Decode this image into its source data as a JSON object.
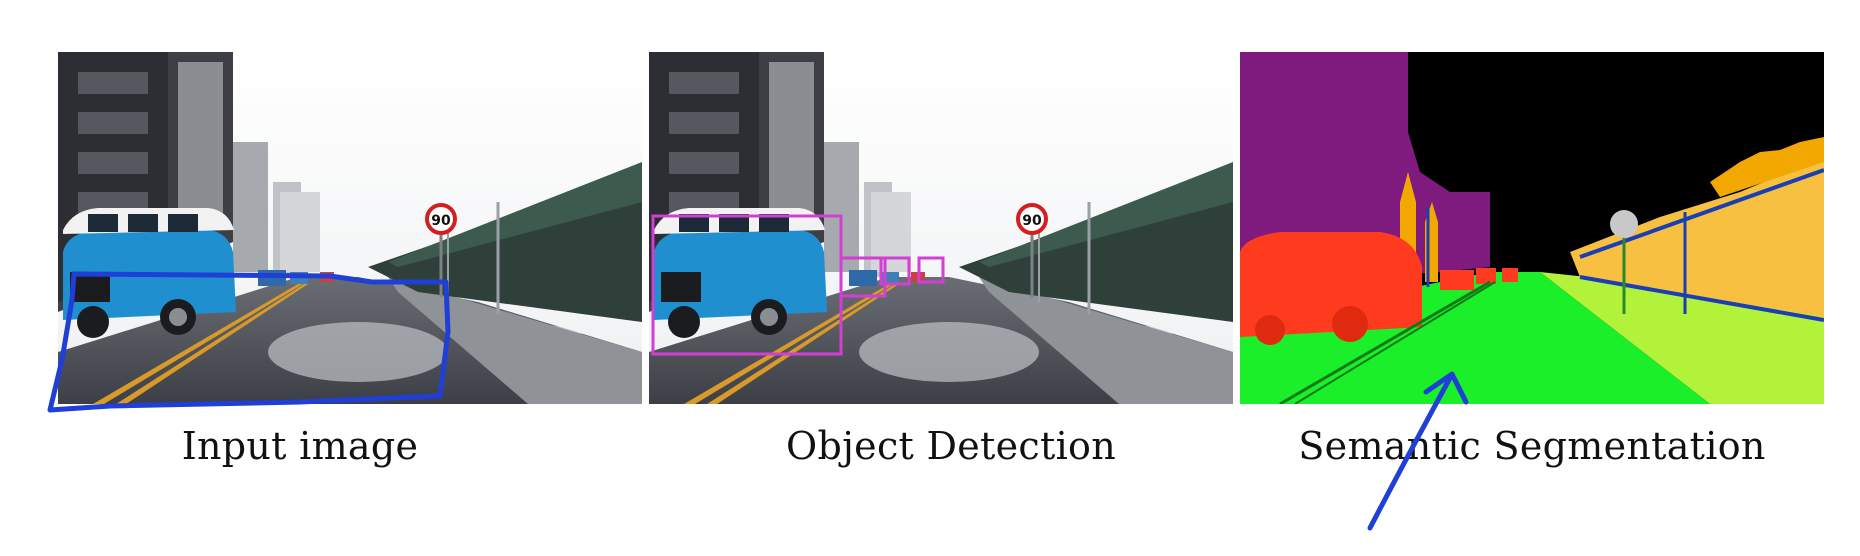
{
  "captions": {
    "input": "Input image",
    "detection": "Object Detection",
    "segmentation": "Semantic Segmentation"
  },
  "sign": {
    "speed_limit": "90"
  },
  "colors": {
    "bounding_box": "#d23fd2",
    "annotation_ink": "#1f3fd6",
    "seg_building": "#7f1a7f",
    "seg_sky": "#000000",
    "seg_vehicle": "#ff3b1f",
    "seg_road": "#1aef2a",
    "seg_sidewalk": "#b3f23a",
    "seg_fence": "#f7c040",
    "seg_vegetation": "#f2a800",
    "seg_pole": "#1a3fb5",
    "seg_sign": "#c8c8c8"
  }
}
